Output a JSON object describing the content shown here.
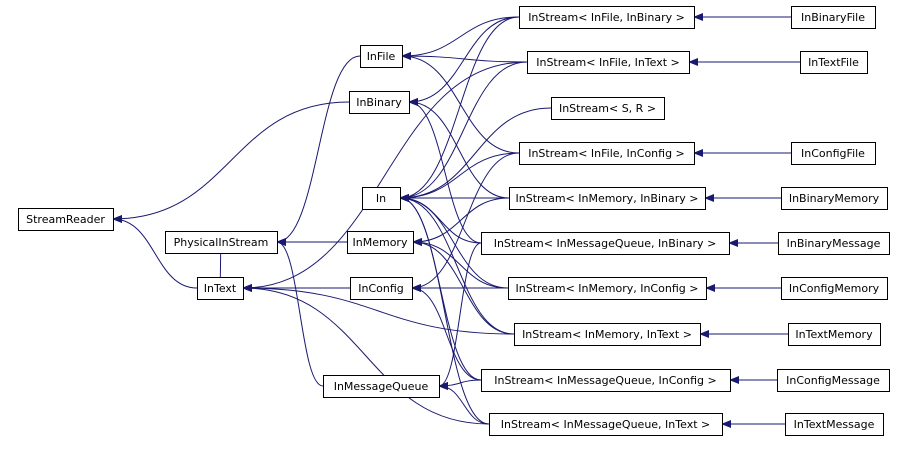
{
  "diagram": {
    "edge_color": "#191970",
    "node_fill": "#ffffff",
    "node_stroke": "#000000",
    "nodes": [
      {
        "id": "StreamReader",
        "label": "StreamReader"
      },
      {
        "id": "PhysicalInStream",
        "label": "PhysicalInStream"
      },
      {
        "id": "InText",
        "label": "InText"
      },
      {
        "id": "InFile",
        "label": "InFile"
      },
      {
        "id": "InBinary",
        "label": "InBinary"
      },
      {
        "id": "In",
        "label": "In"
      },
      {
        "id": "InMemory",
        "label": "InMemory"
      },
      {
        "id": "InConfig",
        "label": "InConfig"
      },
      {
        "id": "InMessageQueue",
        "label": "InMessageQueue"
      },
      {
        "id": "IS_File_Binary",
        "label": "InStream< InFile, InBinary >"
      },
      {
        "id": "IS_File_Text",
        "label": "InStream< InFile, InText >"
      },
      {
        "id": "IS_S_R",
        "label": "InStream< S, R >"
      },
      {
        "id": "IS_File_Config",
        "label": "InStream< InFile, InConfig >"
      },
      {
        "id": "IS_Memory_Binary",
        "label": "InStream< InMemory, InBinary >"
      },
      {
        "id": "IS_MQ_Binary",
        "label": "InStream< InMessageQueue, InBinary >"
      },
      {
        "id": "IS_Memory_Config",
        "label": "InStream< InMemory, InConfig >"
      },
      {
        "id": "IS_Memory_Text",
        "label": "InStream< InMemory, InText >"
      },
      {
        "id": "IS_MQ_Config",
        "label": "InStream< InMessageQueue, InConfig >"
      },
      {
        "id": "IS_MQ_Text",
        "label": "InStream< InMessageQueue, InText >"
      },
      {
        "id": "InBinaryFile",
        "label": "InBinaryFile"
      },
      {
        "id": "InTextFile",
        "label": "InTextFile"
      },
      {
        "id": "InConfigFile",
        "label": "InConfigFile"
      },
      {
        "id": "InBinaryMemory",
        "label": "InBinaryMemory"
      },
      {
        "id": "InBinaryMessage",
        "label": "InBinaryMessage"
      },
      {
        "id": "InConfigMemory",
        "label": "InConfigMemory"
      },
      {
        "id": "InTextMemory",
        "label": "InTextMemory"
      },
      {
        "id": "InConfigMessage",
        "label": "InConfigMessage"
      },
      {
        "id": "InTextMessage",
        "label": "InTextMessage"
      }
    ],
    "edges": [
      {
        "from": "InBinary",
        "to": "StreamReader"
      },
      {
        "from": "InText",
        "to": "StreamReader"
      },
      {
        "from": "InText",
        "to": "PhysicalInStream"
      },
      {
        "from": "InMemory",
        "to": "PhysicalInStream"
      },
      {
        "from": "InFile",
        "to": "PhysicalInStream"
      },
      {
        "from": "InMessageQueue",
        "to": "PhysicalInStream"
      },
      {
        "from": "InConfig",
        "to": "InText"
      },
      {
        "from": "IS_Memory_Text",
        "to": "InText"
      },
      {
        "from": "IS_MQ_Text",
        "to": "InText"
      },
      {
        "from": "IS_File_Text",
        "to": "InText"
      },
      {
        "from": "IS_File_Binary",
        "to": "InFile"
      },
      {
        "from": "IS_File_Text",
        "to": "InFile"
      },
      {
        "from": "IS_File_Config",
        "to": "InFile"
      },
      {
        "from": "IS_File_Binary",
        "to": "InBinary"
      },
      {
        "from": "IS_Memory_Binary",
        "to": "InBinary"
      },
      {
        "from": "IS_MQ_Binary",
        "to": "InBinary"
      },
      {
        "from": "IS_File_Binary",
        "to": "In"
      },
      {
        "from": "IS_File_Text",
        "to": "In"
      },
      {
        "from": "IS_S_R",
        "to": "In"
      },
      {
        "from": "IS_File_Config",
        "to": "In"
      },
      {
        "from": "IS_Memory_Binary",
        "to": "In"
      },
      {
        "from": "IS_MQ_Binary",
        "to": "In"
      },
      {
        "from": "IS_Memory_Config",
        "to": "In"
      },
      {
        "from": "IS_Memory_Text",
        "to": "In"
      },
      {
        "from": "IS_MQ_Config",
        "to": "In"
      },
      {
        "from": "IS_MQ_Text",
        "to": "In"
      },
      {
        "from": "IS_Memory_Binary",
        "to": "InMemory"
      },
      {
        "from": "IS_Memory_Config",
        "to": "InMemory"
      },
      {
        "from": "IS_Memory_Text",
        "to": "InMemory"
      },
      {
        "from": "IS_File_Config",
        "to": "InConfig"
      },
      {
        "from": "IS_Memory_Config",
        "to": "InConfig"
      },
      {
        "from": "IS_MQ_Config",
        "to": "InConfig"
      },
      {
        "from": "IS_MQ_Binary",
        "to": "InMessageQueue"
      },
      {
        "from": "IS_MQ_Config",
        "to": "InMessageQueue"
      },
      {
        "from": "IS_MQ_Text",
        "to": "InMessageQueue"
      },
      {
        "from": "InBinaryFile",
        "to": "IS_File_Binary"
      },
      {
        "from": "InTextFile",
        "to": "IS_File_Text"
      },
      {
        "from": "InConfigFile",
        "to": "IS_File_Config"
      },
      {
        "from": "InBinaryMemory",
        "to": "IS_Memory_Binary"
      },
      {
        "from": "InBinaryMessage",
        "to": "IS_MQ_Binary"
      },
      {
        "from": "InConfigMemory",
        "to": "IS_Memory_Config"
      },
      {
        "from": "InTextMemory",
        "to": "IS_Memory_Text"
      },
      {
        "from": "InConfigMessage",
        "to": "IS_MQ_Config"
      },
      {
        "from": "InTextMessage",
        "to": "IS_MQ_Text"
      }
    ]
  }
}
